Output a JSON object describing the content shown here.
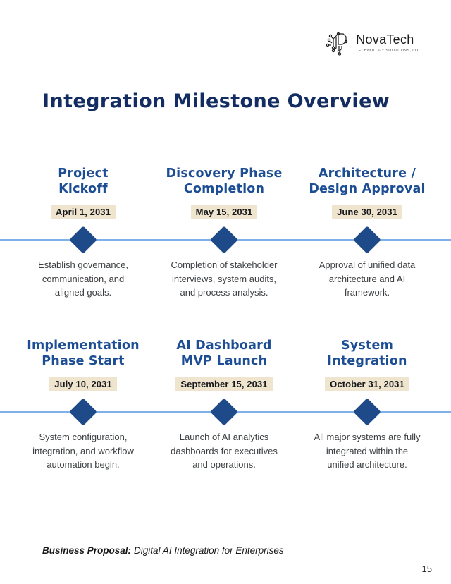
{
  "logo": {
    "name": "NovaTech",
    "tagline": "TECHNOLOGY SOLUTIONS, LLC."
  },
  "title": "Integration Milestone Overview",
  "milestones": [
    {
      "title": "Project\nKickoff",
      "date": "April 1, 2031",
      "description": "Establish governance,\ncommunication, and\naligned goals."
    },
    {
      "title": "Discovery Phase\nCompletion",
      "date": "May 15, 2031",
      "description": "Completion of stakeholder\ninterviews, system audits,\nand process analysis."
    },
    {
      "title": "Architecture /\nDesign Approval",
      "date": "June 30, 2031",
      "description": "Approval of unified data\narchitecture and AI\nframework."
    },
    {
      "title": "Implementation\nPhase Start",
      "date": "July 10, 2031",
      "description": "System configuration,\nintegration, and workflow\nautomation begin."
    },
    {
      "title": "AI Dashboard\nMVP Launch",
      "date": "September 15, 2031",
      "description": "Launch of AI analytics\ndashboards for executives\nand operations."
    },
    {
      "title": "System\nIntegration",
      "date": "October 31, 2031",
      "description": "All major systems are fully\nintegrated within the\nunified architecture."
    }
  ],
  "footer": {
    "label": "Business Proposal:",
    "text": "Digital AI Integration for Enterprises"
  },
  "page": {
    "number": "15"
  },
  "colors": {
    "title_navy": "#132c61",
    "milestone_blue": "#1d4e94",
    "diamond_blue": "#1e4a8a",
    "timeline_line": "#7fb0ea",
    "date_highlight": "#efe4cd"
  }
}
